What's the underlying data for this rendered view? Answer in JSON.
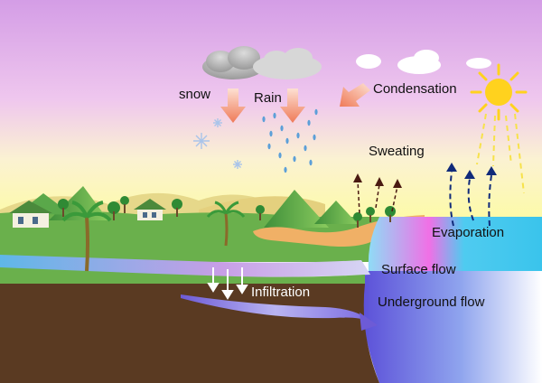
{
  "labels": {
    "snow": "snow",
    "rain": "Rain",
    "condensation": "Condensation",
    "sweating": "Sweating",
    "evaporation": "Evaporation",
    "surface_flow": "Surface flow",
    "infiltration": "Infiltration",
    "underground_flow": "Underground flow"
  },
  "colors": {
    "sky_top": "#d9a8e8",
    "sky_horizon": "#fdfbb4",
    "ground": "#6ab04c",
    "soil": "#5a3a22",
    "sea": "#4fc8ec",
    "river": "#7e92d8",
    "arrow_salmon": "#f38b6a",
    "sun": "#ffd21e",
    "rain_drop": "#5c9fd8",
    "evaporation_arrow": "#102a7a",
    "sweating_arrow": "#4a1a12"
  }
}
